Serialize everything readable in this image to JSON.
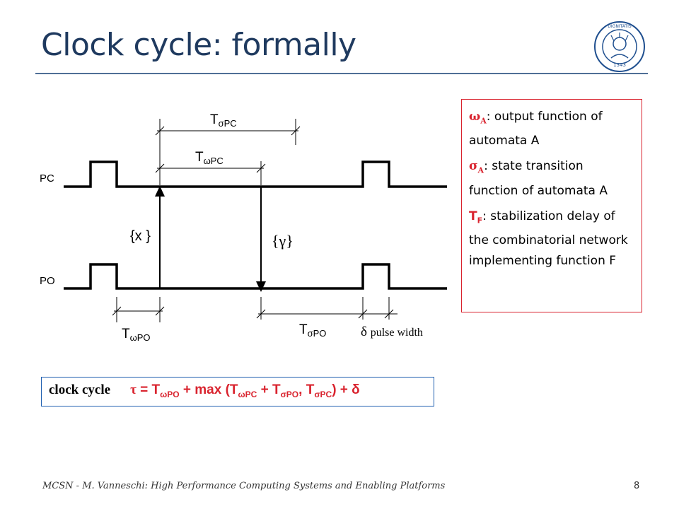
{
  "slide": {
    "title": "Clock cycle: formally",
    "page_number": "8",
    "footer": "MCSN  -   M. Vanneschi: High Performance Computing Systems and Enabling Platforms"
  },
  "logo": {
    "text": "IN SUPREMÆ DIGNITATIS · 1343",
    "name": "university-seal"
  },
  "diagram": {
    "signals": [
      {
        "label": "PC"
      },
      {
        "label": "PO"
      }
    ],
    "labels": {
      "t_sigma_pc_main": "T",
      "t_sigma_pc_sub": "σPC",
      "t_omega_pc_main": "T",
      "t_omega_pc_sub": "ωPC",
      "x_text": "{x }",
      "gamma_text": "{γ}",
      "t_omega_po_main": "T",
      "t_omega_po_sub": "ωPO",
      "t_sigma_po_main": "T",
      "t_sigma_po_sub": "σPO",
      "delta_symbol": "δ",
      "pulse_width": "pulse width"
    }
  },
  "notes": [
    {
      "symbol": "ω",
      "sub": "A",
      "text": ": output function of automata A"
    },
    {
      "symbol": "σ",
      "sub": "A",
      "text": ": state transition function of automata A"
    },
    {
      "symbol": "T",
      "sub": "F",
      "text": ": stabilization delay of the combinatorial network implementing function F"
    }
  ],
  "formula": {
    "label": "clock cycle",
    "tau": "τ",
    "eq1": " = T",
    "s1": "ωPO",
    "eq2": " + max (T",
    "s2": "ωPC",
    "eq3": " + T",
    "s3": "σPO",
    "eq4": ", T",
    "s4": "σPC",
    "eq5": ") + δ"
  },
  "colors": {
    "title": "#1f3a5f",
    "accent_red": "#d9232e",
    "formula_border": "#1f5fb0",
    "seal": "#1f4f8f"
  }
}
